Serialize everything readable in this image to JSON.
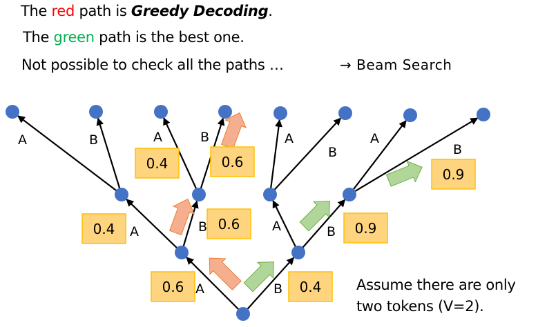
{
  "header": {
    "line1": {
      "prefix": "The ",
      "highlight": "red",
      "middle": " path is ",
      "emphasis": "Greedy Decoding",
      "suffix": "."
    },
    "line2": {
      "prefix": "The ",
      "highlight": "green",
      "suffix": " path is the best one."
    },
    "line3": "Not possible to check all the paths …",
    "beam_search": "→ Beam Search"
  },
  "note": "Assume there are only two tokens (V=2).",
  "colors": {
    "node": "#4472c4",
    "edge": "#000000",
    "prob_box_fill": "#ffd47f",
    "prob_box_border": "#ffc000",
    "greedy_arrow": "#f4a582",
    "best_arrow": "#a9d18e",
    "red_text": "#ff0000",
    "green_text": "#00b050"
  },
  "tree": {
    "token_labels": {
      "root_A": "A",
      "root_B": "B",
      "A_A": "A",
      "A_B": "B",
      "B_A": "A",
      "B_B": "B",
      "AA_A": "A",
      "AA_B": "B",
      "AB_A": "A",
      "AB_B": "B",
      "BA_A": "A",
      "BA_B": "B",
      "BB_A": "A",
      "BB_B": "B"
    },
    "probabilities": {
      "root_A": "0.6",
      "root_B": "0.4",
      "A_A": "0.4",
      "A_B": "0.6",
      "AB_A": "0.4",
      "AB_B": "0.6",
      "B_B": "0.9",
      "BB_B": "0.9"
    },
    "greedy_path": [
      "A",
      "B",
      "B"
    ],
    "best_path": [
      "B",
      "B",
      "B"
    ]
  }
}
